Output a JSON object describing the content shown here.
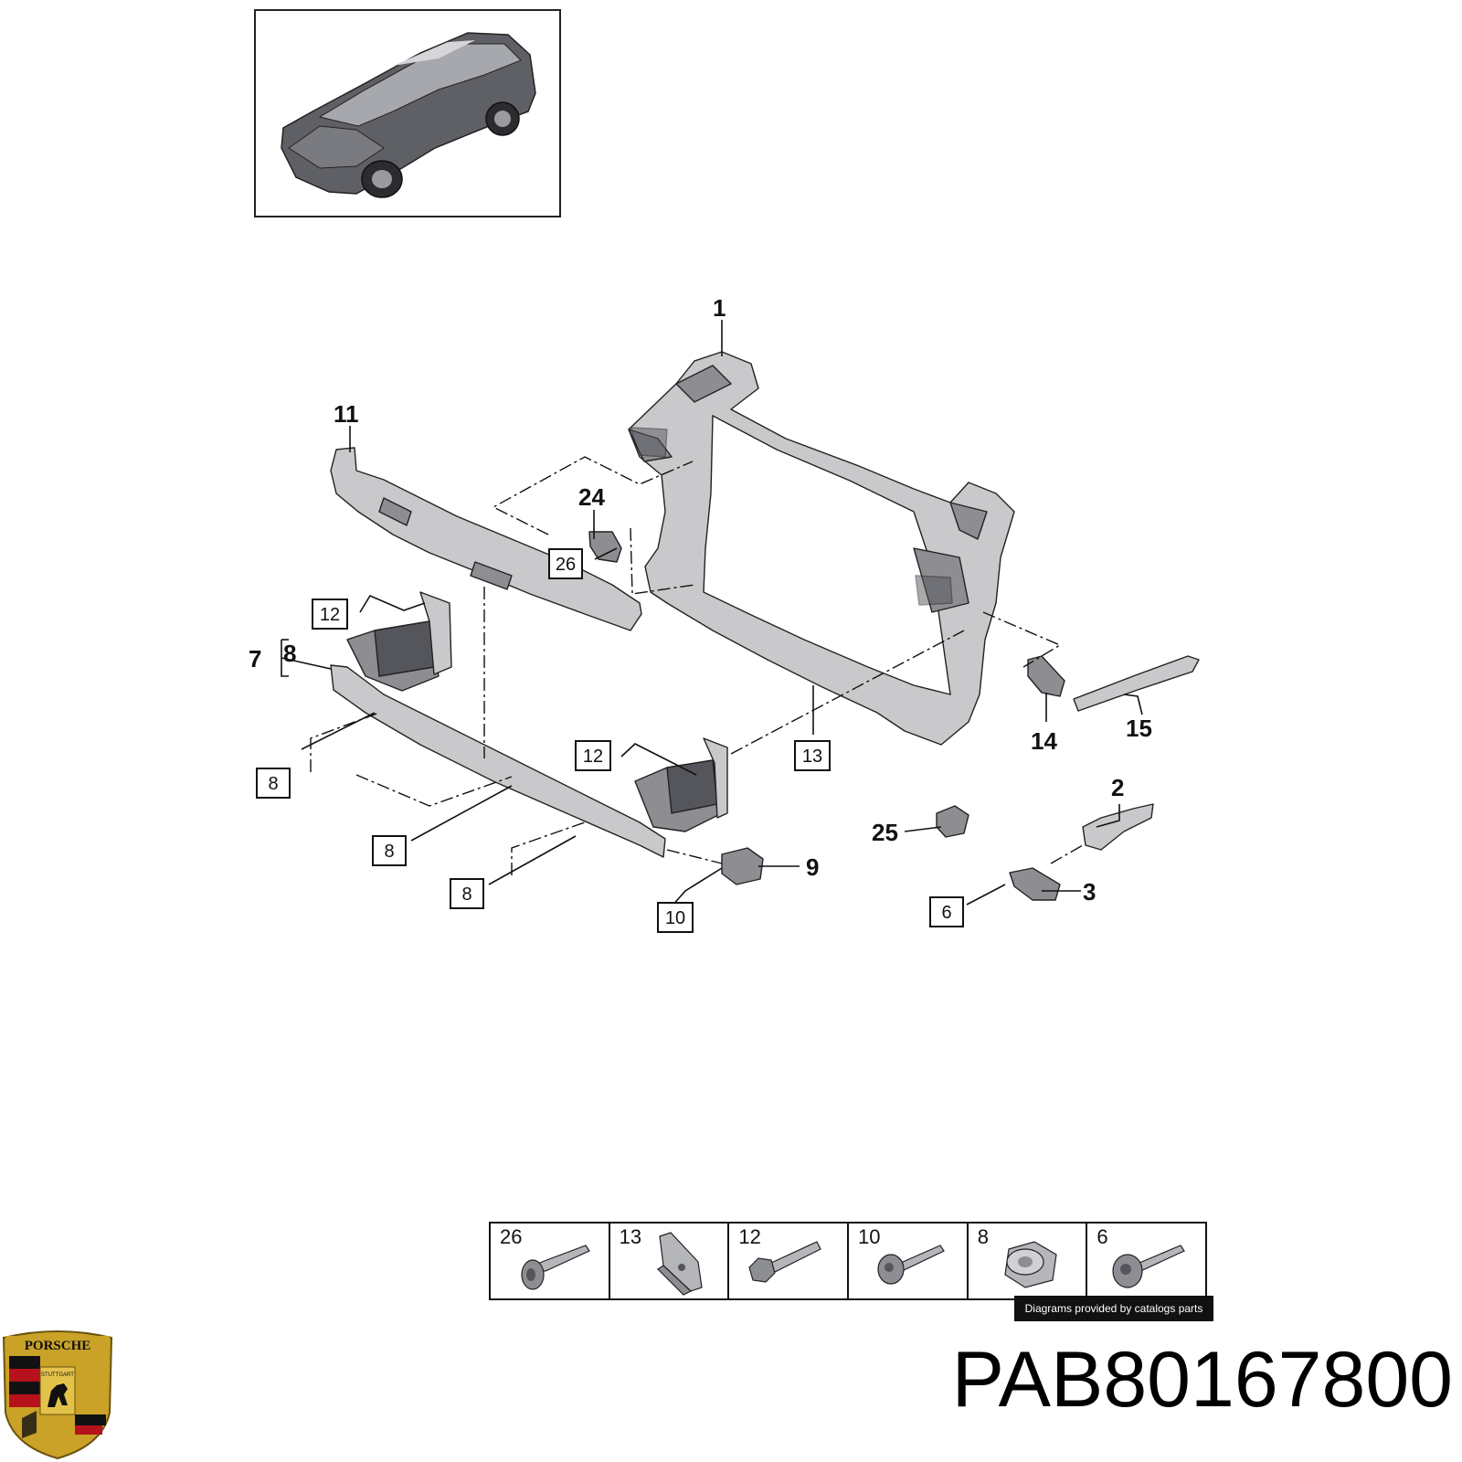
{
  "diagram": {
    "callouts": [
      {
        "id": "callout-1",
        "label": "1"
      },
      {
        "id": "callout-11",
        "label": "11"
      },
      {
        "id": "callout-24",
        "label": "24"
      },
      {
        "id": "callout-7",
        "label": "7"
      },
      {
        "id": "callout-8-top",
        "label": "8"
      },
      {
        "id": "callout-9",
        "label": "9"
      },
      {
        "id": "callout-14",
        "label": "14"
      },
      {
        "id": "callout-15",
        "label": "15"
      },
      {
        "id": "callout-2",
        "label": "2"
      },
      {
        "id": "callout-3",
        "label": "3"
      },
      {
        "id": "callout-25",
        "label": "25"
      }
    ],
    "boxed_refs": [
      {
        "id": "box-26",
        "label": "26"
      },
      {
        "id": "box-12-top",
        "label": "12"
      },
      {
        "id": "box-12-mid",
        "label": "12"
      },
      {
        "id": "box-13",
        "label": "13"
      },
      {
        "id": "box-8-a",
        "label": "8"
      },
      {
        "id": "box-8-b",
        "label": "8"
      },
      {
        "id": "box-8-c",
        "label": "8"
      },
      {
        "id": "box-10",
        "label": "10"
      },
      {
        "id": "box-6",
        "label": "6"
      }
    ]
  },
  "hardware_table": {
    "items": [
      {
        "number": "26",
        "icon": "bolt-icon"
      },
      {
        "number": "13",
        "icon": "clip-nut-icon"
      },
      {
        "number": "12",
        "icon": "hex-bolt-icon"
      },
      {
        "number": "10",
        "icon": "torx-bolt-icon"
      },
      {
        "number": "8",
        "icon": "flange-nut-icon"
      },
      {
        "number": "6",
        "icon": "torx-bolt-icon"
      }
    ]
  },
  "credit": "Diagrams provided by catalogs parts",
  "part_number": "PAB80167800",
  "logo": {
    "name": "porsche-crest",
    "text": "PORSCHE",
    "sub_text": "STUTTGART",
    "colors": {
      "gold": "#c9a227",
      "red": "#b5121b",
      "black": "#111111"
    }
  }
}
